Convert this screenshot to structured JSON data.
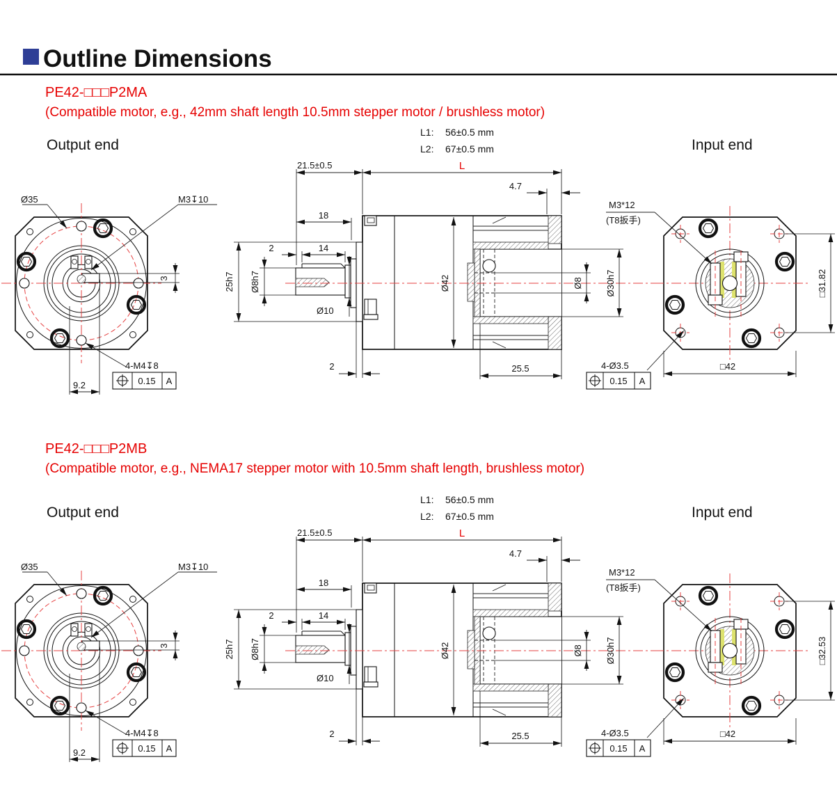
{
  "header": {
    "title": "Outline Dimensions",
    "accent_blue": "#2e3e96",
    "red": "#e60000"
  },
  "shared": {
    "output_end": "Output end",
    "input_end": "Input end",
    "l1_label": "L1:",
    "l1_value": "56±0.5  mm",
    "l2_label": "L2:",
    "l2_value": "67±0.5  mm",
    "dims": {
      "d35": "Ø35",
      "m3_depth": "M3↧10",
      "key_offset": "3",
      "d92": "9.2",
      "m4": "4-M4↧8",
      "tol": "0.15",
      "datum": "A",
      "d215": "21.5±0.5",
      "L": "L",
      "d18": "18",
      "key_start": "2",
      "key_len": "14",
      "d25h7": "25h7",
      "d8h7": "Ø8h7",
      "d10": "Ø10",
      "d42": "Ø42",
      "d47": "4.7",
      "d8": "Ø8",
      "d30h7": "Ø30h7",
      "bottom2": "2",
      "d255": "25.5",
      "m3_12": "M3*12",
      "wrench": "(T8扳手)",
      "d35_4": "4-Ø3.5",
      "sq42": "□42"
    }
  },
  "sections": [
    {
      "model": "PE42-□□□P2MA",
      "description": "(Compatible motor, e.g., 42mm shaft length 10.5mm stepper motor / brushless motor)",
      "input_square": "□31.82"
    },
    {
      "model": "PE42-□□□P2MB",
      "description": "(Compatible motor, e.g., NEMA17 stepper motor with 10.5mm shaft length, brushless motor)",
      "input_square": "□32.53"
    }
  ]
}
